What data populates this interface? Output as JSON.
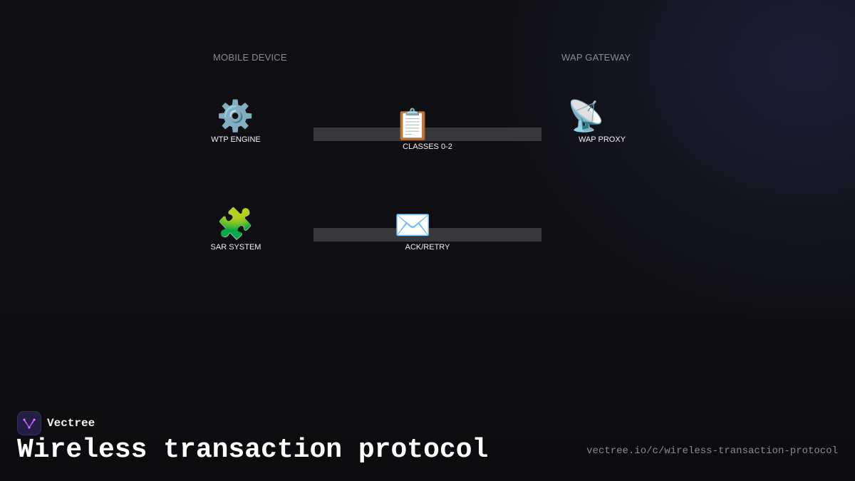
{
  "diagram": {
    "columns": {
      "left": "MOBILE DEVICE",
      "right": "WAP GATEWAY"
    },
    "nodes": {
      "wtp_engine": {
        "icon": "⚙️",
        "icon_name": "gear-icon",
        "label": "WTP ENGINE"
      },
      "classes": {
        "icon": "📋",
        "icon_name": "clipboard-icon",
        "label": "CLASSES 0-2"
      },
      "wap_proxy": {
        "icon": "📡",
        "icon_name": "satellite-dish-icon",
        "label": "WAP PROXY"
      },
      "sar_system": {
        "icon": "🧩",
        "icon_name": "puzzle-piece-icon",
        "label": "SAR SYSTEM"
      },
      "ack_retry": {
        "icon": "✉️",
        "icon_name": "envelope-icon",
        "label": "ACK/RETRY"
      }
    }
  },
  "footer": {
    "brand_name": "Vectree",
    "title": "Wireless transaction protocol",
    "url": "vectree.io/c/wireless-transaction-protocol"
  },
  "colors": {
    "background": "#0f0f13",
    "link_bar": "#38383a",
    "logo_accent": "#a855f7"
  }
}
